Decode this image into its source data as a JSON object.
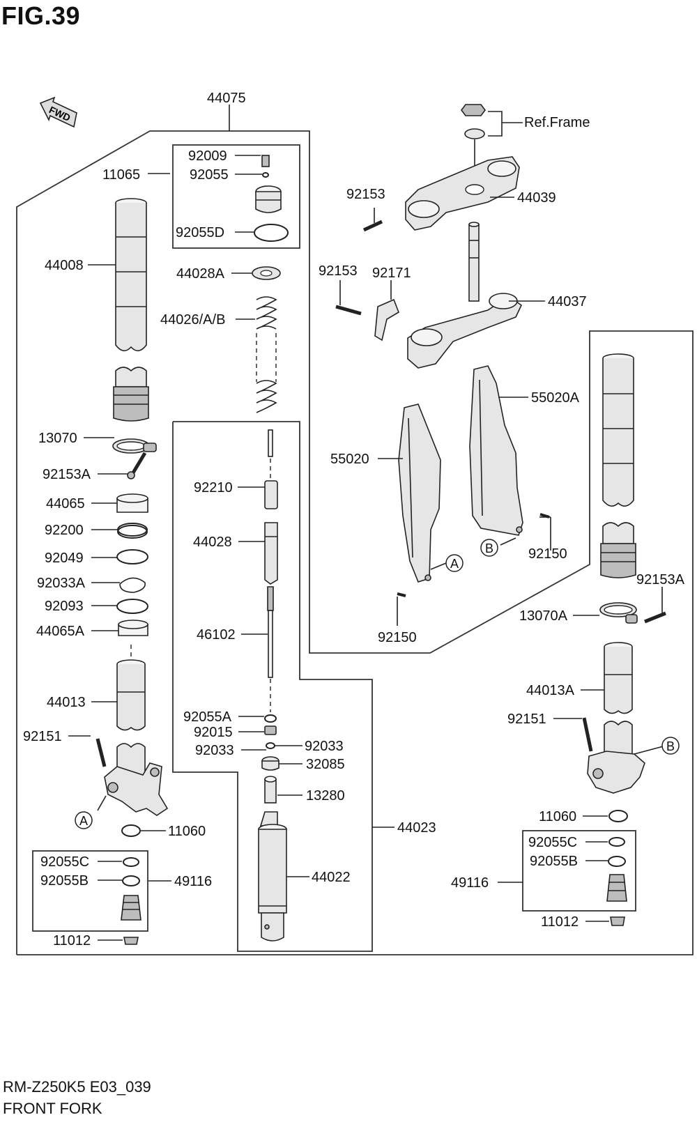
{
  "figure": {
    "title": "FIG.39",
    "model_code": "RM-Z250K5 E03_039",
    "caption": "FRONT FORK",
    "fwd_label": "FWD",
    "ref_frame": "Ref.Frame"
  },
  "callouts": {
    "a": "A",
    "b": "B"
  },
  "labels": {
    "p44075": "44075",
    "p92009": "92009",
    "p11065": "11065",
    "p92055": "92055",
    "p92055D": "92055D",
    "p44008": "44008",
    "p44028A": "44028A",
    "p44026": "44026/A/B",
    "p13070": "13070",
    "p92153A_l": "92153A",
    "p92210": "92210",
    "p44065": "44065",
    "p92200": "92200",
    "p44028": "44028",
    "p92049": "92049",
    "p92033A": "92033A",
    "p92093": "92093",
    "p44065A": "44065A",
    "p46102": "46102",
    "p44013": "44013",
    "p92055A": "92055A",
    "p92151_l": "92151",
    "p92015": "92015",
    "p92033_a": "92033",
    "p92033_b": "92033",
    "p32085": "32085",
    "p13280": "13280",
    "p11060_l": "11060",
    "p44023": "44023",
    "p92055C_l": "92055C",
    "p92055B_l": "92055B",
    "p49116_l": "49116",
    "p44022": "44022",
    "p11012_l": "11012",
    "p92153_top": "92153",
    "p44039": "44039",
    "p92153_mid": "92153",
    "p92171": "92171",
    "p44037": "44037",
    "p55020A": "55020A",
    "p55020": "55020",
    "p92150_r": "92150",
    "p92150_l": "92150",
    "p92153A_r": "92153A",
    "p13070A": "13070A",
    "p44013A": "44013A",
    "p92151_r": "92151",
    "p11060_r": "11060",
    "p92055C_r": "92055C",
    "p92055B_r": "92055B",
    "p49116_r": "49116",
    "p11012_r": "11012"
  }
}
